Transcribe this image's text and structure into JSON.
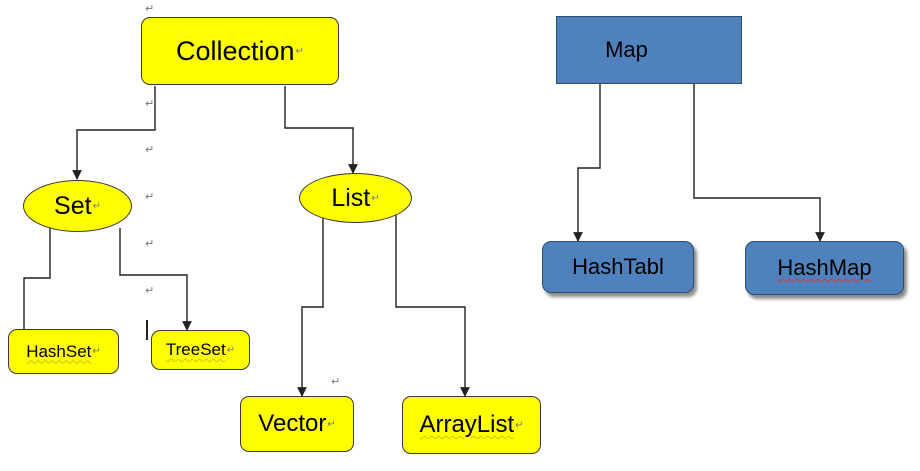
{
  "colors": {
    "yellow_fill": "#ffff00",
    "blue_fill": "#4f81bd",
    "line": "#222222"
  },
  "nodes": {
    "collection": "Collection",
    "set": "Set",
    "list": "List",
    "hashset": "HashSet",
    "treeset": "TreeSet",
    "vector": "Vector",
    "arraylist": "ArrayList",
    "map": "Map",
    "hashtabl": "HashTabl",
    "hashmap": "HashMap"
  },
  "paragraph_mark": "↵"
}
